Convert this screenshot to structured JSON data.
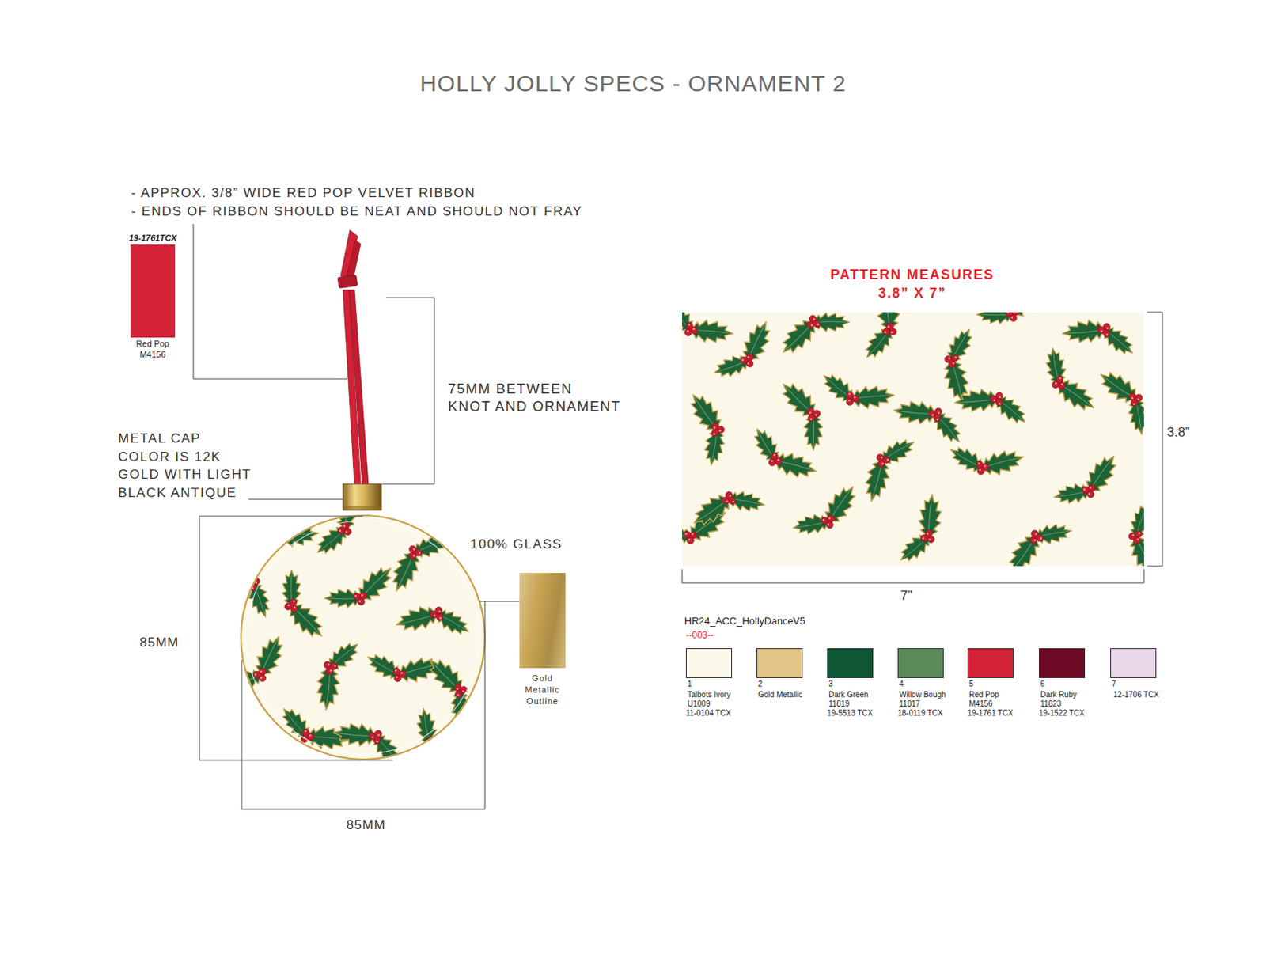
{
  "diagram": {
    "title": "HOLLY JOLLY SPECS - ORNAMENT 2",
    "labels": [
      "- APPROX. 3/8” WIDE RED POP VELVET RIBBON",
      "- ENDS OF RIBBON SHOULD BE NEAT AND SHOULD NOT FRAY",
      "19-1761TCX",
      "M4156",
      "75MM BETWEEN KNOT AND ORNAMENT",
      "METAL CAP COLOR IS 12K GOLD WITH LIGHT BLACK ANTIQUE",
      "100% GLASS",
      "85MM",
      "85MM",
      "PATTERN MEASURES 3.8” X 7”",
      "3.8”",
      "7”",
      "HR24_ACC_HollyDanceV5",
      "--003--",
      "1",
      "U1009",
      "11-0104 TCX",
      "2",
      "3",
      "11819",
      "19-5513 TCX",
      "4",
      "11817",
      "18-0119 TCX",
      "5",
      "M4156",
      "19-1761 TCX",
      "6",
      "11823",
      "19-1522 TCX",
      "7"
    ],
    "legend": [
      {
        "text": "Red Pop",
        "color": "#d32236"
      },
      {
        "text": "Gold Metallic Outline",
        "color": "#c9a552"
      },
      {
        "text": "Talbots Ivory",
        "color": "#fbf7e9"
      },
      {
        "text": "Gold Metallic",
        "color": "#e2c487"
      },
      {
        "text": "Dark Green",
        "color": "#0e5635"
      },
      {
        "text": "Willow Bough",
        "color": "#5b8a58"
      },
      {
        "text": "Red Pop",
        "color": "#d32236"
      },
      {
        "text": "Dark Ruby",
        "color": "#6f0a26"
      },
      {
        "text": "12-1706 TCX",
        "color": "#ead7ea"
      }
    ]
  }
}
